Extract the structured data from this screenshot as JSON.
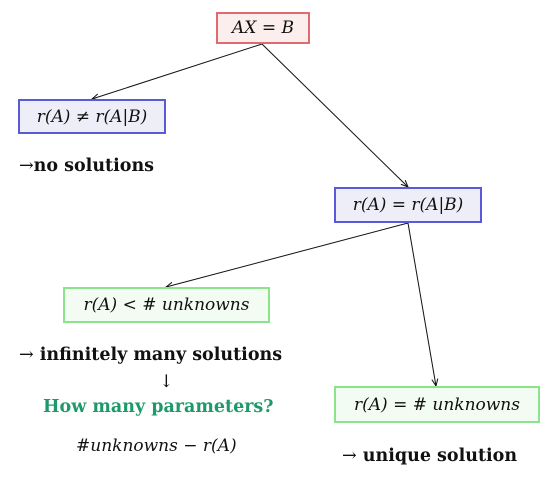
{
  "root": {
    "text": "AX = B"
  },
  "left_branch": {
    "box": "r(A) ≠ r(A|B)",
    "result_arrow": "→",
    "result_text": "no solutions"
  },
  "right_branch": {
    "box": "r(A) = r(A|B)"
  },
  "fewer_unknowns": {
    "box": "r(A) < # unknowns",
    "result_arrow": "→",
    "result_text": "infinitely many solutions",
    "down_arrow": "↓",
    "question": "How many parameters?",
    "formula": "#unknowns − r(A)"
  },
  "equal_unknowns": {
    "box": "r(A) = # unknowns",
    "result_arrow": "→",
    "result_text": "unique solution"
  },
  "colors": {
    "root_border": "#e06a6f",
    "blue_border": "#5a5ad8",
    "green_border": "#8be48b",
    "question_text": "#1e9a6a"
  }
}
